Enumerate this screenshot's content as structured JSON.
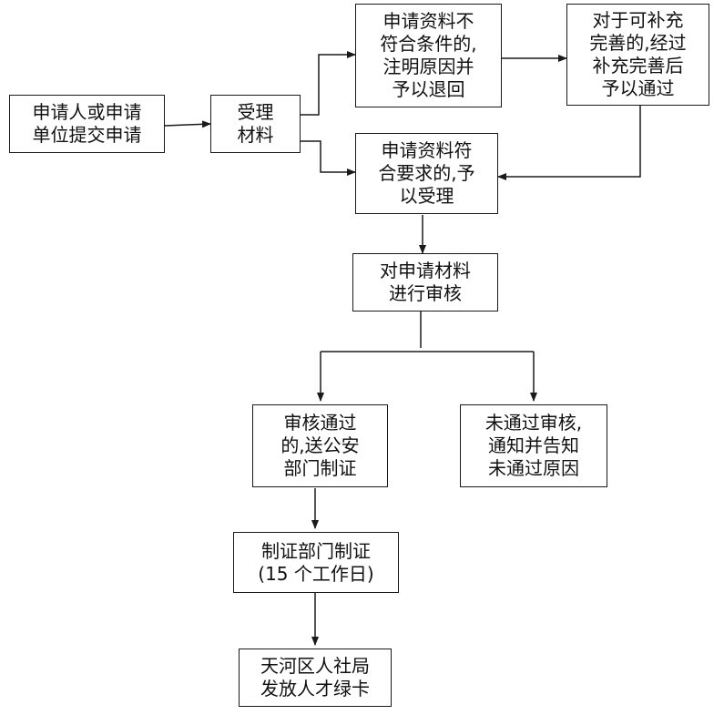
{
  "nodes": {
    "applicant": "申请人或申请\n单位提交申请",
    "receive": "受理\n材料",
    "reject_incomplete": "申请资料不\n符合条件的,\n注明原因并\n予以退回",
    "supplement": "对于可补充\n完善的,经过\n补充完善后\n予以通过",
    "accept": "申请资料符\n合要求的,予\n以受理",
    "review": "对申请材料\n进行审核",
    "approved": "审核通过\n的,送公安\n部门制证",
    "not_approved": "未通过审核,\n通知并告知\n未通过原因",
    "produce": "制证部门制证\n(15 个工作日)",
    "issue": "天河区人社局\n发放人才绿卡"
  },
  "colors": {
    "line": "#1a1a1a",
    "box_border": "#1a1a1a",
    "background": "#ffffff"
  }
}
